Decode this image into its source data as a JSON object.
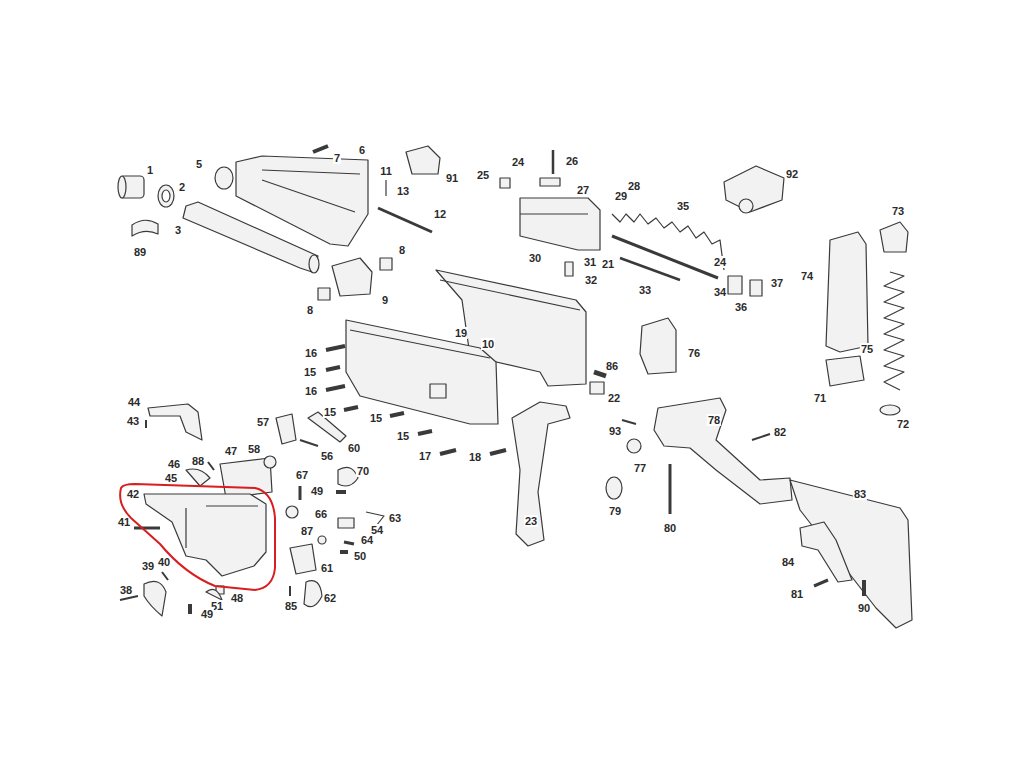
{
  "diagram": {
    "nodes": [
      {
        "text": [
          "42"
        ]
      }
    ],
    "labels": [
      "1",
      "2",
      "3",
      "89",
      "5",
      "7",
      "6",
      "11",
      "13",
      "12",
      "91",
      "8",
      "8",
      "9",
      "24",
      "26",
      "25",
      "27",
      "28",
      "29",
      "92",
      "73",
      "35",
      "30",
      "31",
      "32",
      "21",
      "33",
      "24",
      "34",
      "36",
      "37",
      "74",
      "75",
      "71",
      "72",
      "19",
      "10",
      "76",
      "86",
      "22",
      "16",
      "15",
      "16",
      "15",
      "15",
      "15",
      "17",
      "18",
      "44",
      "43",
      "57",
      "58",
      "56",
      "60",
      "47",
      "88",
      "46",
      "45",
      "67",
      "49",
      "70",
      "66",
      "63",
      "54",
      "64",
      "50",
      "87",
      "61",
      "85",
      "62",
      "41",
      "38",
      "39",
      "40",
      "48",
      "51",
      "49",
      "23",
      "93",
      "77",
      "79",
      "80",
      "78",
      "82",
      "83",
      "84",
      "81",
      "90"
    ]
  }
}
